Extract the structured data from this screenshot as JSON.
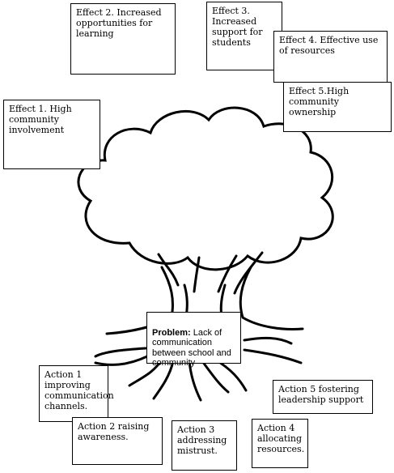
{
  "effects": {
    "effect2": "Effect 2. Increased\nopportunities for\nlearning",
    "effect3": "Effect 3.\nIncreased\nsupport for\nstudents",
    "effect4": "Effect 4. Effective  use\nof resources",
    "effect5": "Effect 5.High\ncommunity ownership",
    "effect1": "Effect 1. High\ncommunity\ninvolvement"
  },
  "problem": {
    "label": "Problem:",
    "text": " Lack of communication between school and community"
  },
  "actions": {
    "action1": "Action 1\nimproving\ncommunication\nchannels.",
    "action2": "Action 2  raising\nawareness.",
    "action3": "Action 3\naddressing\nmistrust.",
    "action4": "Action 4\nallocating\nresources.",
    "action5": "Action 5 fostering\nleadership support"
  },
  "colors": {
    "stroke": "#000000",
    "background": "#ffffff"
  }
}
